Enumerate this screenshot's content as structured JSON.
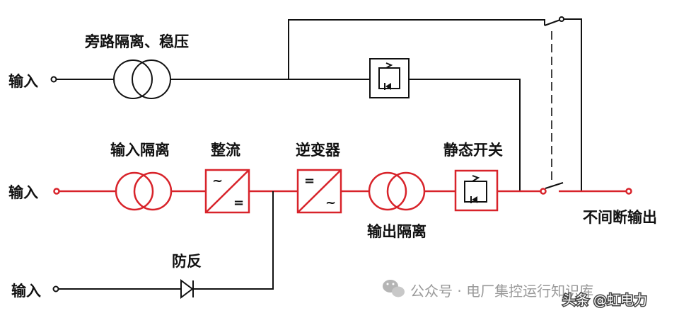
{
  "labels": {
    "bypass": "旁路隔离、稳压",
    "input_top": "输入",
    "input_mid": "输入",
    "input_bottom": "输入",
    "input_isolation": "输入隔离",
    "rectifier": "整流",
    "inverter": "逆变器",
    "static_switch": "静态开关",
    "output_isolation": "输出隔离",
    "anti_reverse": "防反",
    "ups_output": "不间断输出"
  },
  "symbols": {
    "rectifier_ac": "~",
    "rectifier_dc": "=",
    "inverter_dc": "=",
    "inverter_ac": "~"
  },
  "watermark": {
    "wechat": "公众号 · 电厂集控运行知识库",
    "toutiao": "头条 @虹电力"
  },
  "colors": {
    "main_path": "#d8232a",
    "bypass_path": "#111111"
  }
}
